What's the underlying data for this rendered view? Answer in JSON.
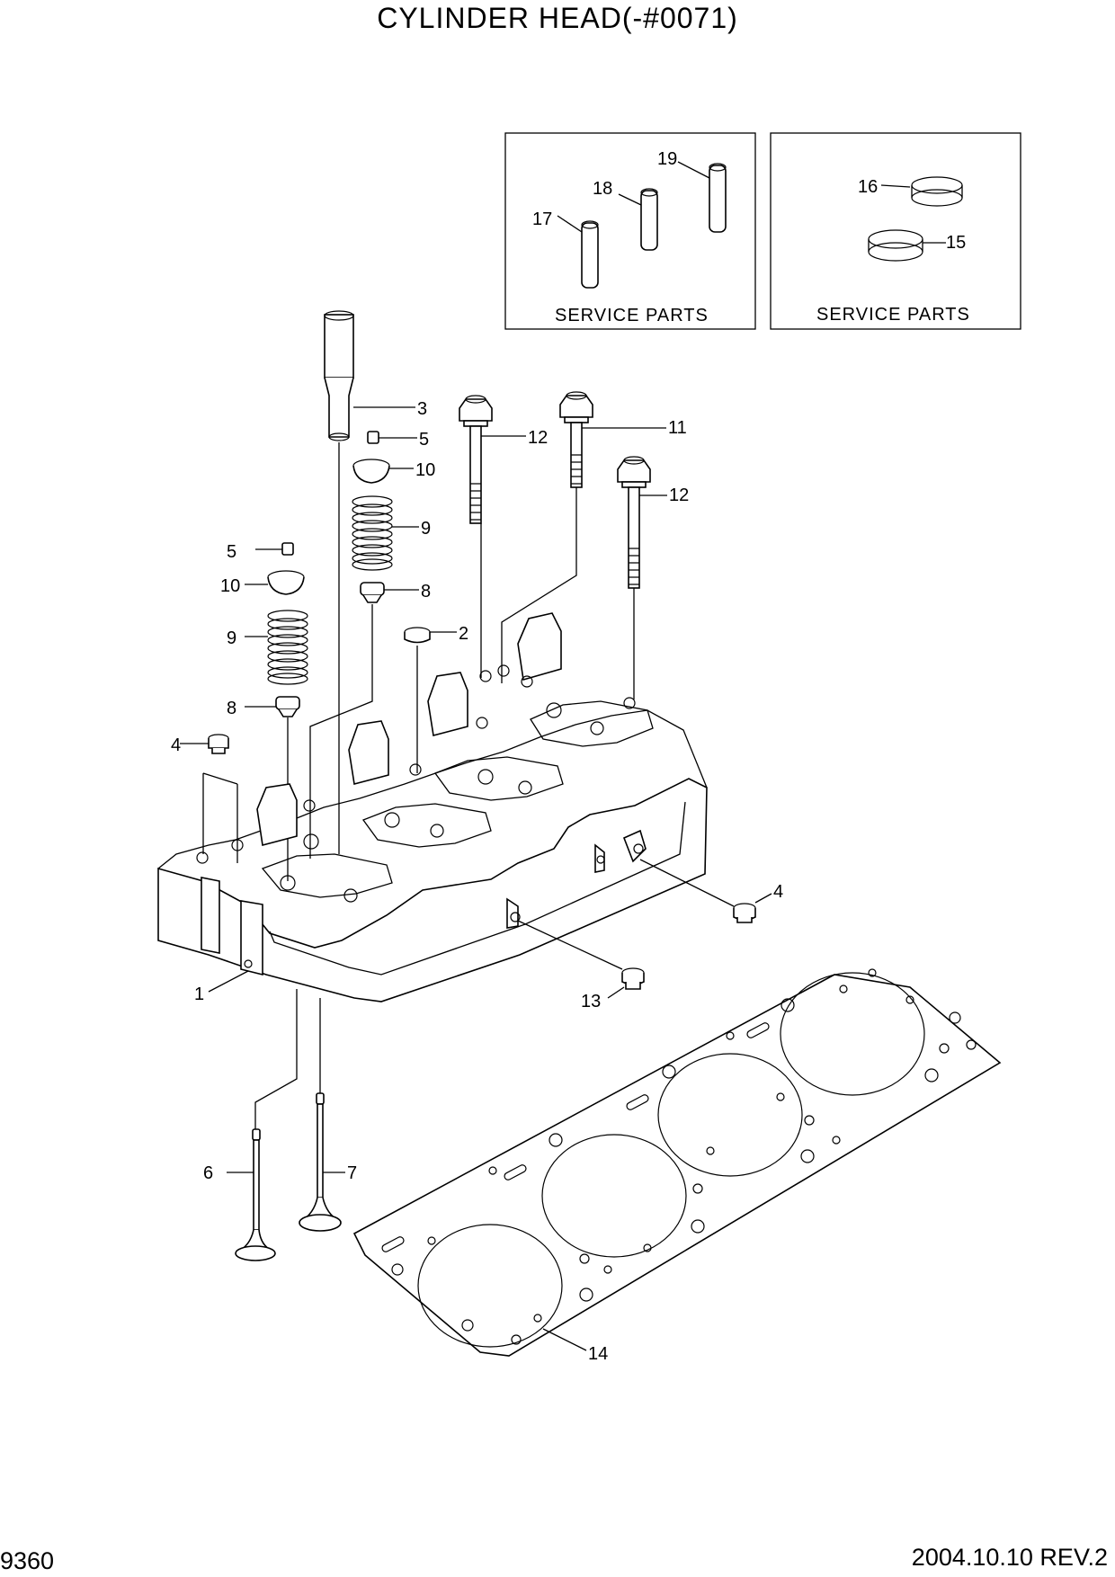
{
  "title": "CYLINDER HEAD(-#0071)",
  "page_number": "9360",
  "date_revision": "2004.10.10  REV.2",
  "service_box_left": {
    "caption": "SERVICE PARTS",
    "callouts": [
      "17",
      "18",
      "19"
    ]
  },
  "service_box_right": {
    "caption": "SERVICE PARTS",
    "callouts": [
      "16",
      "15"
    ]
  },
  "callouts": {
    "c1": "1",
    "c2": "2",
    "c3": "3",
    "c4a": "4",
    "c4b": "4",
    "c5a": "5",
    "c5b": "5",
    "c6": "6",
    "c7": "7",
    "c8a": "8",
    "c8b": "8",
    "c9a": "9",
    "c9b": "9",
    "c10a": "10",
    "c10b": "10",
    "c11": "11",
    "c12a": "12",
    "c12b": "12",
    "c13": "13",
    "c14": "14"
  }
}
